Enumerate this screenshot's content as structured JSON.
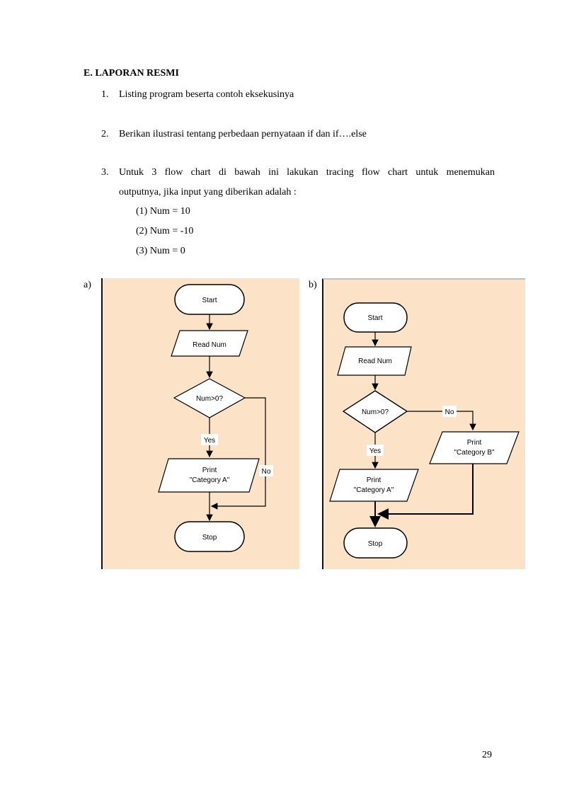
{
  "document": {
    "heading": "E. LAPORAN RESMI",
    "items": [
      {
        "num": "1.",
        "text": "Listing program beserta contoh eksekusinya"
      },
      {
        "num": "2.",
        "text": "Berikan ilustrasi tentang perbedaan pernyataan if dan if….else"
      },
      {
        "num": "3.",
        "text_line1": "Untuk 3 flow chart di bawah ini lakukan tracing flow chart untuk menemukan",
        "text_line2": "outputnya, jika input yang diberikan adalah :"
      }
    ],
    "inputs": [
      "(1)  Num = 10",
      "(2)  Num = -10",
      "(3)  Num = 0"
    ],
    "page_number": "29"
  },
  "figures": {
    "a": {
      "label": "a)",
      "start": "Start",
      "read": "Read Num",
      "decision": "Num>0?",
      "yes": "Yes",
      "no": "No",
      "print_line1": "Print",
      "print_line2": "\"Category A\"",
      "stop": "Stop"
    },
    "b": {
      "label": "b)",
      "start": "Start",
      "read": "Read Num",
      "decision": "Num>0?",
      "yes": "Yes",
      "no": "No",
      "print_a_line1": "Print",
      "print_a_line2": "\"Category A\"",
      "print_b_line1": "Print",
      "print_b_line2": "\"Category B\"",
      "stop": "Stop"
    }
  },
  "colors": {
    "figure_background": "#fce3c8",
    "shape_fill": "#ffffff",
    "line": "#000000"
  }
}
